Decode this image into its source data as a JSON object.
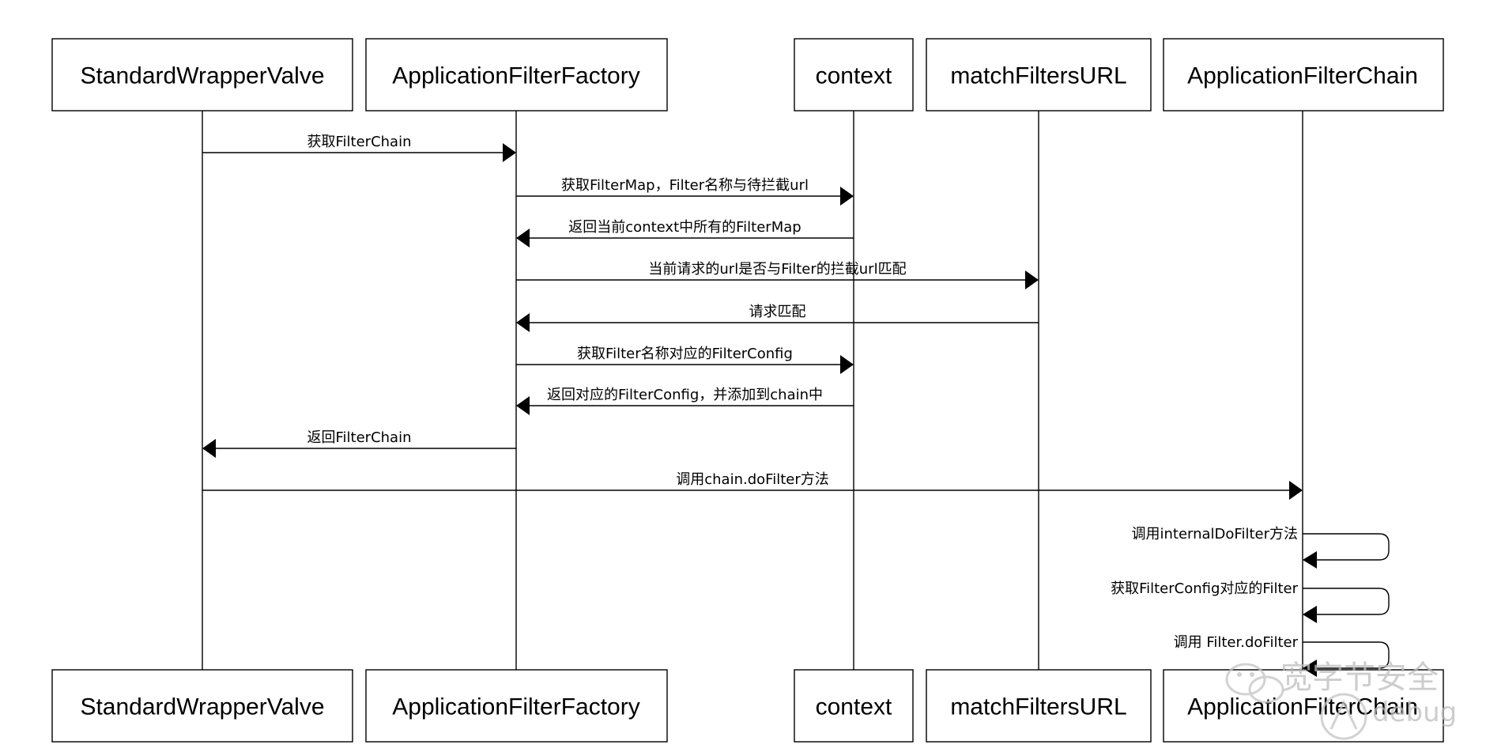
{
  "diagram": {
    "type": "sequence",
    "participants": [
      {
        "id": "p0",
        "name": "StandardWrapperValve"
      },
      {
        "id": "p1",
        "name": "ApplicationFilterFactory"
      },
      {
        "id": "p2",
        "name": "context"
      },
      {
        "id": "p3",
        "name": "matchFiltersURL"
      },
      {
        "id": "p4",
        "name": "ApplicationFilterChain"
      }
    ],
    "messages": [
      {
        "from": "p0",
        "to": "p1",
        "label": "获取FilterChain"
      },
      {
        "from": "p1",
        "to": "p2",
        "label": "获取FilterMap，Filter名称与待拦截url"
      },
      {
        "from": "p2",
        "to": "p1",
        "label": "返回当前context中所有的FilterMap"
      },
      {
        "from": "p1",
        "to": "p3",
        "label": "当前请求的url是否与Filter的拦截url匹配"
      },
      {
        "from": "p3",
        "to": "p1",
        "label": "请求匹配"
      },
      {
        "from": "p1",
        "to": "p2",
        "label": "获取Filter名称对应的FilterConfig"
      },
      {
        "from": "p2",
        "to": "p1",
        "label": "返回对应的FilterConfig，并添加到chain中"
      },
      {
        "from": "p1",
        "to": "p0",
        "label": "返回FilterChain"
      },
      {
        "from": "p0",
        "to": "p4",
        "label": "调用chain.doFilter方法"
      },
      {
        "from": "p4",
        "to": "p4",
        "label": "调用internalDoFilter方法"
      },
      {
        "from": "p4",
        "to": "p4",
        "label": "获取FilterConfig对应的Filter"
      },
      {
        "from": "p4",
        "to": "p4",
        "label": "调用 Filter.doFilter"
      }
    ]
  },
  "watermark": {
    "text": "宽字节安全",
    "sub": "debug"
  }
}
